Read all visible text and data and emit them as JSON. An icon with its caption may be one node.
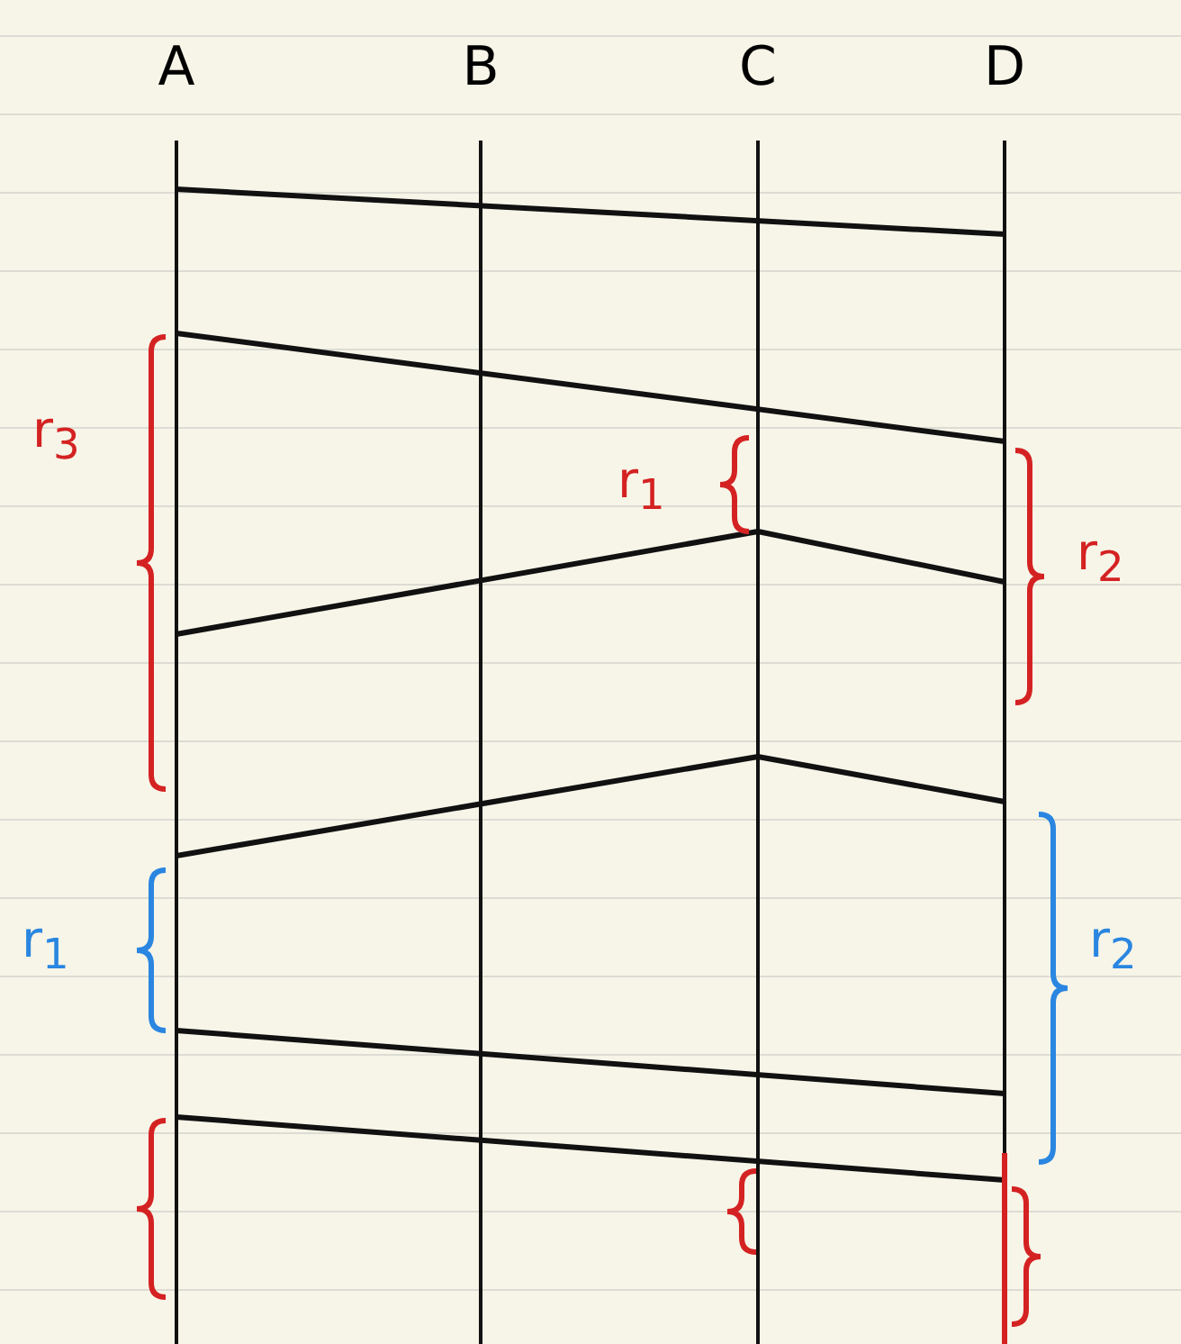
{
  "diagram": {
    "nodes": [
      {
        "text": [
          "A"
        ]
      },
      {
        "text": [
          "B"
        ]
      },
      {
        "text": [
          "C"
        ]
      },
      {
        "text": [
          "D"
        ]
      }
    ],
    "edges": [
      {
        "from": 0,
        "to": 3,
        "arrow": "none"
      },
      {
        "from": 0,
        "to": 3,
        "arrow": "none"
      },
      {
        "from": 2,
        "to": 0,
        "arrow": "none"
      },
      {
        "from": 2,
        "to": 3,
        "arrow": "none"
      },
      {
        "from": 2,
        "to": 0,
        "arrow": "none"
      },
      {
        "from": 2,
        "to": 3,
        "arrow": "none"
      },
      {
        "from": 0,
        "to": 3,
        "arrow": "none"
      },
      {
        "from": 0,
        "to": 3,
        "arrow": "none"
      }
    ],
    "labels": [
      "r$_{3}$",
      "r$_{1}$",
      "r$_{2}$",
      "r$_{1}$",
      "r$_{2}$"
    ]
  }
}
